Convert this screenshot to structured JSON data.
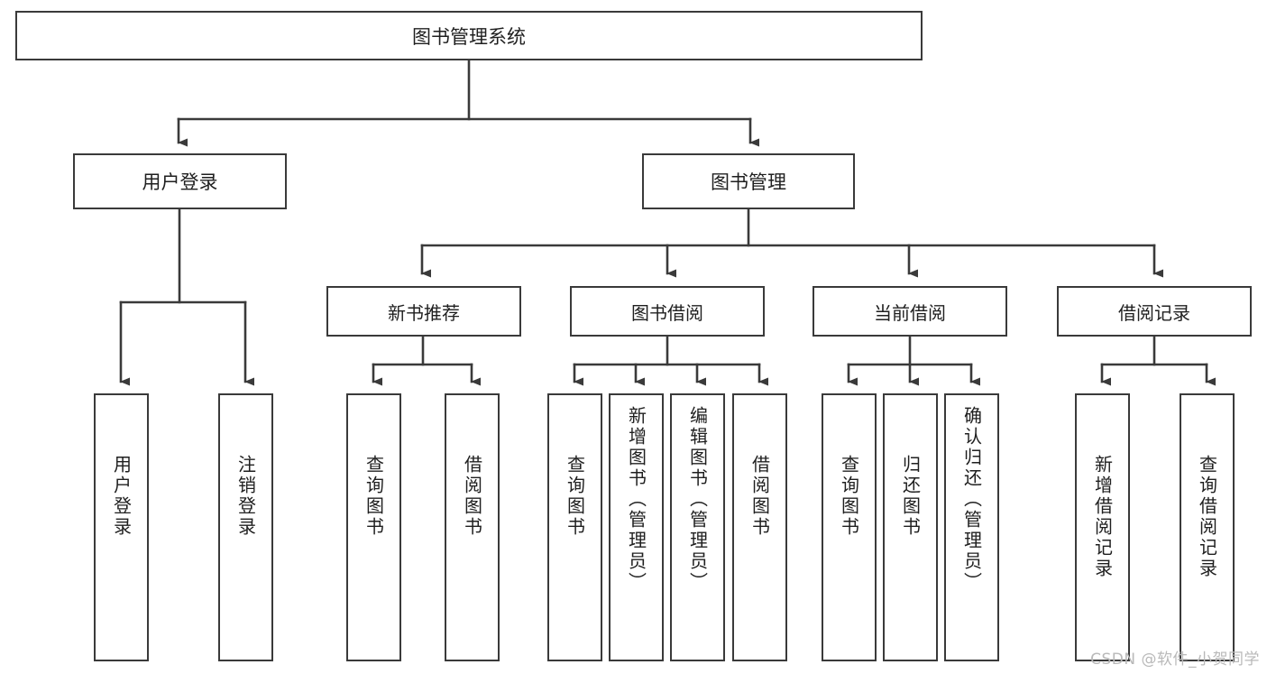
{
  "diagram": {
    "type": "tree-hierarchy",
    "title": "图书管理系统",
    "orientation": "top-down",
    "colors": {
      "box_border": "#3a3a3a",
      "box_fill": "#ffffff",
      "edge": "#3a3a3a",
      "text": "#1f1f1f",
      "watermark": "#b9b9b9",
      "background": "#ffffff"
    },
    "root": {
      "label": "图书管理系统"
    },
    "level2": [
      {
        "id": "user-login",
        "label": "用户登录"
      },
      {
        "id": "book-manage",
        "label": "图书管理"
      }
    ],
    "level3": [
      {
        "id": "new-book-rec",
        "label": "新书推荐",
        "parent": "book-manage"
      },
      {
        "id": "book-borrow",
        "label": "图书借阅",
        "parent": "book-manage"
      },
      {
        "id": "current-borrow",
        "label": "当前借阅",
        "parent": "book-manage"
      },
      {
        "id": "borrow-record",
        "label": "借阅记录",
        "parent": "book-manage"
      }
    ],
    "leaves": [
      {
        "id": "leaf-user-login",
        "label": "用户登录",
        "parent": "user-login"
      },
      {
        "id": "leaf-user-logout",
        "label": "注销登录",
        "parent": "user-login"
      },
      {
        "id": "leaf-query-book-1",
        "label": "查询图书",
        "parent": "new-book-rec"
      },
      {
        "id": "leaf-borrow-book-1",
        "label": "借阅图书",
        "parent": "new-book-rec"
      },
      {
        "id": "leaf-query-book-2",
        "label": "查询图书",
        "parent": "book-borrow"
      },
      {
        "id": "leaf-add-book",
        "label": "新增图书（管理员）",
        "parent": "book-borrow"
      },
      {
        "id": "leaf-edit-book",
        "label": "编辑图书（管理员）",
        "parent": "book-borrow"
      },
      {
        "id": "leaf-borrow-book-2",
        "label": "借阅图书",
        "parent": "book-borrow"
      },
      {
        "id": "leaf-query-book-3",
        "label": "查询图书",
        "parent": "current-borrow"
      },
      {
        "id": "leaf-return-book",
        "label": "归还图书",
        "parent": "current-borrow"
      },
      {
        "id": "leaf-confirm-return",
        "label": "确认归还（管理员）",
        "parent": "current-borrow"
      },
      {
        "id": "leaf-add-record",
        "label": "新增借阅记录",
        "parent": "borrow-record"
      },
      {
        "id": "leaf-query-record",
        "label": "查询借阅记录",
        "parent": "borrow-record"
      }
    ],
    "watermark": "CSDN @软件_小贺同学"
  }
}
